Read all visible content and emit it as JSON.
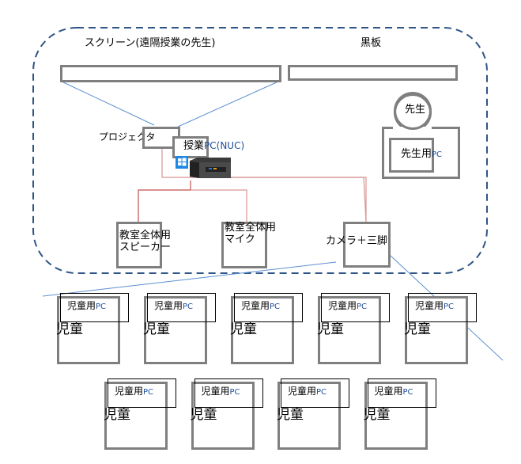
{
  "diagram": {
    "classroom_label_screen": "スクリーン(遠隔授業の先生)",
    "classroom_label_blackboard": "黒板",
    "projector_label": "プロジェクタ",
    "lesson_pc_label_main": "授業",
    "lesson_pc_label_suffix": "PC(NUC)",
    "teacher_label": "先生",
    "teacher_pc_label_main": "先生用",
    "teacher_pc_label_suffix": "PC",
    "speaker_label_line1": "教室全体用",
    "speaker_label_line2": "スピーカー",
    "mic_label_line1": "教室全体用",
    "mic_label_line2": "マイク",
    "camera_label": "カメラ＋三脚",
    "student_pc_label_main": "児童用",
    "student_pc_label_suffix": "PC",
    "student_label": "児童",
    "student_rows": [
      {
        "count": 5
      },
      {
        "count": 4
      }
    ],
    "colors": {
      "boundary": "#2f5586",
      "box_border": "#7f7f7f",
      "wire": "#c0504d",
      "view_line": "#5b8fd0",
      "pc_text": "#1f4e9c"
    }
  }
}
